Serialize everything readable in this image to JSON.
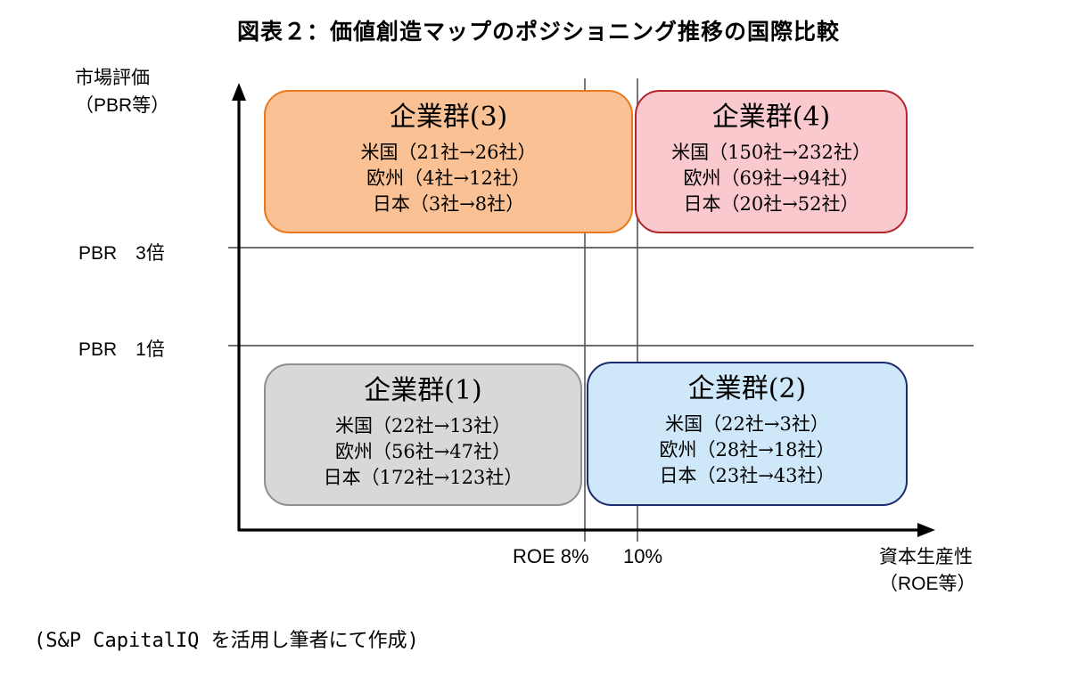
{
  "figure": {
    "title": "図表２：価値創造マップのポジショニング推移の国際比較",
    "source_note": "(S&P CapitalIQ を活用し筆者にて作成)"
  },
  "y_axis": {
    "label_line1": "市場評価",
    "label_line2": "（PBR等）",
    "tick_pbr3": "PBR　3倍",
    "tick_pbr1": "PBR　1倍"
  },
  "x_axis": {
    "tick_roe8": "ROE 8%",
    "tick_roe10": "10%",
    "label_line1": "資本生産性",
    "label_line2": "（ROE等）"
  },
  "groups": [
    {
      "name": "企業群(1)",
      "fill": "#D8D8D8",
      "border": "#8F8F8F",
      "lines": [
        "米国（22社→13社）",
        "欧州（56社→47社）",
        "日本（172社→123社）"
      ],
      "stats": [
        {
          "region": "米国",
          "before": 22,
          "after": 13
        },
        {
          "region": "欧州",
          "before": 56,
          "after": 47
        },
        {
          "region": "日本",
          "before": 172,
          "after": 123
        }
      ]
    },
    {
      "name": "企業群(2)",
      "fill": "#CEE8FA",
      "border": "#1C2A6E",
      "lines": [
        "米国（22社→3社）",
        "欧州（28社→18社）",
        "日本（23社→43社）"
      ],
      "stats": [
        {
          "region": "米国",
          "before": 22,
          "after": 3
        },
        {
          "region": "欧州",
          "before": 28,
          "after": 18
        },
        {
          "region": "日本",
          "before": 23,
          "after": 43
        }
      ]
    },
    {
      "name": "企業群(3)",
      "fill": "#FAC294",
      "border": "#E7791F",
      "lines": [
        "米国（21社→26社）",
        "欧州（4社→12社）",
        "日本（3社→8社）"
      ],
      "stats": [
        {
          "region": "米国",
          "before": 21,
          "after": 26
        },
        {
          "region": "欧州",
          "before": 4,
          "after": 12
        },
        {
          "region": "日本",
          "before": 3,
          "after": 8
        }
      ]
    },
    {
      "name": "企業群(4)",
      "fill": "#F9C9CE",
      "border": "#B2262E",
      "lines": [
        "米国（150社→232社）",
        "欧州（69社→94社）",
        "日本（20社→52社）"
      ],
      "stats": [
        {
          "region": "米国",
          "before": 150,
          "after": 232
        },
        {
          "region": "欧州",
          "before": 69,
          "after": 94
        },
        {
          "region": "日本",
          "before": 20,
          "after": 52
        }
      ]
    }
  ]
}
